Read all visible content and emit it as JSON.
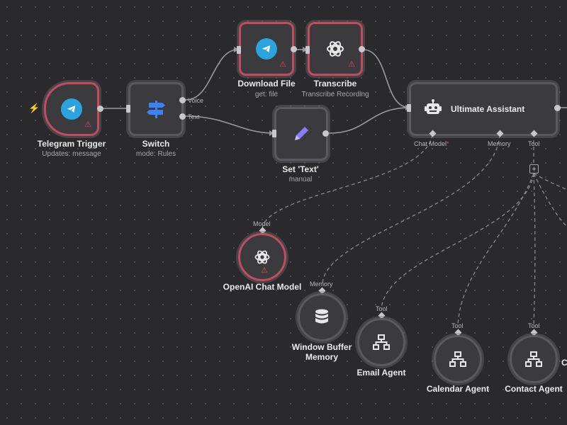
{
  "nodes": {
    "telegram_trigger": {
      "label": "Telegram Trigger",
      "sub": "Updates: message"
    },
    "switch": {
      "label": "Switch",
      "sub": "mode: Rules",
      "out1": "Voice",
      "out2": "Text"
    },
    "download_file": {
      "label": "Download File",
      "sub": "get: file"
    },
    "transcribe": {
      "label": "Transcribe",
      "sub": "Transcribe Recording"
    },
    "set_text": {
      "label": "Set 'Text'",
      "sub": "manual"
    },
    "ultimate_assistant": {
      "label": "Ultimate Assistant",
      "port_chat_model": "Chat Model",
      "port_chat_model_required": "*",
      "port_memory": "Memory",
      "port_tool": "Tool"
    },
    "openai_chat_model": {
      "label": "OpenAI Chat Model",
      "port": "Model"
    },
    "window_buffer_memory": {
      "label_line1": "Window Buffer",
      "label_line2": "Memory",
      "port": "Memory"
    },
    "email_agent": {
      "label": "Email Agent",
      "port": "Tool"
    },
    "calendar_agent": {
      "label": "Calendar Agent",
      "port": "Tool"
    },
    "contact_agent": {
      "label": "Contact Agent",
      "port": "Tool"
    },
    "cutoff_label": "C"
  },
  "colors": {
    "error_border": "#c44a5d",
    "telegram_blue": "#2aa3df",
    "switch_blue": "#3b82f6",
    "set_purple": "#8b7cf6"
  }
}
